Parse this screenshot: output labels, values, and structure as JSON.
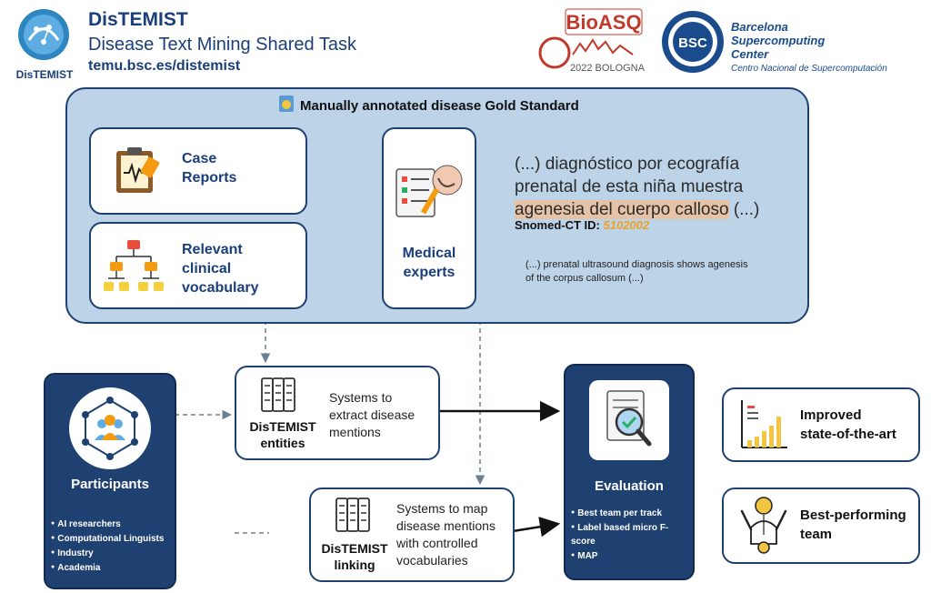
{
  "header": {
    "title": "DisTEMIST",
    "subtitle": "Disease Text Mining Shared Task",
    "url": "temu.bsc.es/distemist",
    "distemist_logo_text": "DisTEMIST",
    "bioasq_logo_text": "BioASQ",
    "bioasq_event": "2022 BOLOGNA",
    "bsc_name_lines": [
      "Barcelona",
      "Supercomputing",
      "Center"
    ],
    "bsc_subname": "Centro Nacional de Supercomputación",
    "bsc_badge": "BSC"
  },
  "gold_standard": {
    "title": "Manually annotated disease Gold Standard",
    "case_reports": [
      "Case",
      "Reports"
    ],
    "vocabulary": [
      "Relevant",
      "clinical",
      "vocabulary"
    ],
    "experts": [
      "Medical",
      "experts"
    ],
    "spanish_before": "(...) diagnóstico por ecografía prenatal de esta niña muestra ",
    "spanish_highlight": "agenesia del cuerpo calloso",
    "spanish_after": " (...)",
    "snomed_label": "Snomed-CT ID:",
    "snomed_code": "5102002",
    "english": "(...)  prenatal ultrasound diagnosis shows agenesis of the corpus callosum (...)"
  },
  "participants": {
    "title": "Participants",
    "items": [
      "AI researchers",
      "Computational Linguists",
      "Industry",
      "Academia"
    ]
  },
  "entities": {
    "title": [
      "DisTEMIST",
      "entities"
    ],
    "desc": [
      "Systems to",
      "extract disease",
      "mentions"
    ]
  },
  "linking": {
    "title": [
      "DisTEMIST",
      "linking"
    ],
    "desc": [
      "Systems to map",
      "disease mentions",
      "with controlled",
      "vocabularies"
    ]
  },
  "evaluation": {
    "title": "Evaluation",
    "items": [
      "Best team per track",
      "Label based micro F-score",
      "MAP"
    ]
  },
  "results": {
    "improved": [
      "Improved",
      "state-of-the-art"
    ],
    "best": [
      "Best-performing",
      "team"
    ]
  },
  "colors": {
    "navy": "#1f4172",
    "panel": "#bcd3e8",
    "highlight": "#e6c3a6",
    "snomed_code": "#f0a020"
  }
}
